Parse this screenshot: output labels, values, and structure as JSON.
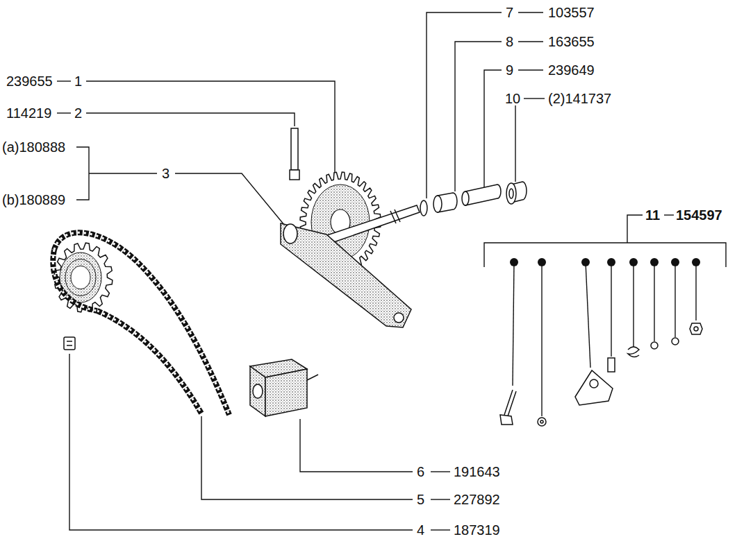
{
  "diagram": {
    "labels": [
      "239655",
      "1",
      "114219",
      "2",
      "(a)180888",
      "(b)180889",
      "3",
      "7",
      "103557",
      "8",
      "163655",
      "9",
      "239649",
      "10",
      "(2)141737",
      "11",
      "154597",
      "6",
      "191643",
      "5",
      "227892",
      "4",
      "187319"
    ]
  }
}
